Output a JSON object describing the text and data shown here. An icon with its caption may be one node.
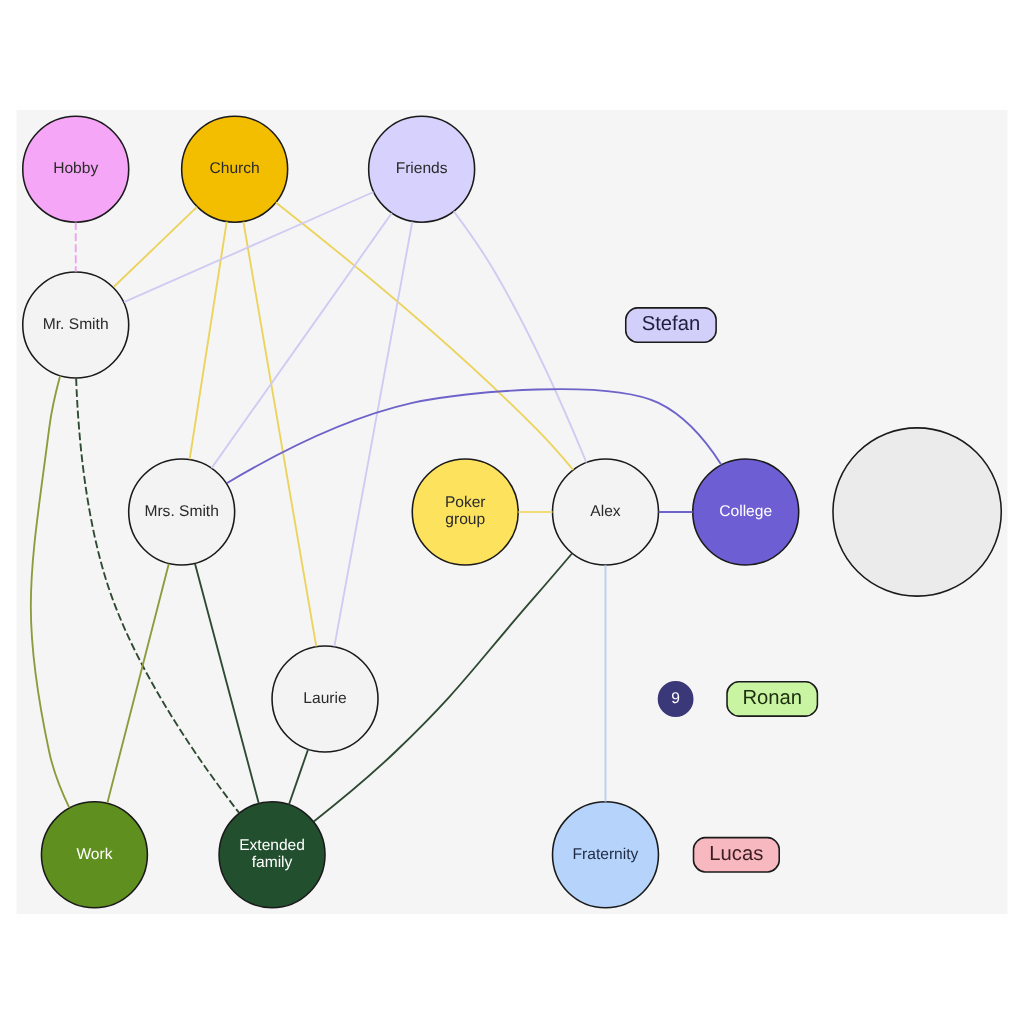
{
  "diagram": {
    "nodes": [
      {
        "text": [
          "Hobby"
        ]
      },
      {
        "text": [
          "Church"
        ]
      },
      {
        "text": [
          "Friends"
        ]
      },
      {
        "text": [
          "Stefan"
        ]
      },
      {
        "text": [],
        "shape": "circle"
      },
      {
        "text": [
          "Mr. Smith"
        ]
      },
      {
        "text": [
          "Poker group"
        ]
      },
      {
        "text": [
          "Alex"
        ]
      },
      {
        "text": [
          "Mrs. Smith"
        ]
      },
      {
        "text": [
          "College"
        ]
      },
      {
        "text": [
          "Laurie"
        ]
      },
      {
        "text": [
          "Ronan"
        ]
      },
      {
        "text": [
          "9"
        ]
      },
      {
        "text": [
          "Work"
        ]
      },
      {
        "text": [
          "Fraternity"
        ]
      },
      {
        "text": [
          "Lucas"
        ]
      },
      {
        "text": [
          "Extended family"
        ]
      }
    ],
    "edges": [
      {
        "from": 0,
        "to": 5,
        "arrow": "none",
        "style": "dashed",
        "color": "#f0a0f0"
      },
      {
        "from": 1,
        "to": 5,
        "arrow": "none",
        "color": "#ecd35c"
      },
      {
        "from": 1,
        "to": 7,
        "arrow": "none",
        "color": "#ecd35c"
      },
      {
        "from": 1,
        "to": 8,
        "arrow": "none",
        "color": "#ecd35c"
      },
      {
        "from": 1,
        "to": 10,
        "arrow": "none",
        "color": "#ecd35c"
      },
      {
        "from": 2,
        "to": 5,
        "arrow": "none",
        "color": "#cfcbf2"
      },
      {
        "from": 2,
        "to": 7,
        "arrow": "none",
        "color": "#cfcbf2"
      },
      {
        "from": 2,
        "to": 8,
        "arrow": "none",
        "color": "#cfcbf2"
      },
      {
        "from": 2,
        "to": 10,
        "arrow": "none",
        "color": "#cfcbf2"
      },
      {
        "from": 6,
        "to": 7,
        "arrow": "none",
        "color": "#f2dc7a"
      },
      {
        "from": 7,
        "to": 9,
        "arrow": "none",
        "color": "#6e63c9"
      },
      {
        "from": 8,
        "to": 9,
        "arrow": "none",
        "color": "#6e63c9"
      },
      {
        "from": 7,
        "to": 14,
        "arrow": "none",
        "color": "#b9cff0"
      },
      {
        "from": 5,
        "to": 13,
        "arrow": "none",
        "color": "#8c9c3c"
      },
      {
        "from": 8,
        "to": 13,
        "arrow": "none",
        "color": "#8c9c3c"
      },
      {
        "from": 7,
        "to": 16,
        "arrow": "none",
        "color": "#2e4a33"
      },
      {
        "from": 5,
        "to": 16,
        "arrow": "none",
        "style": "dashed",
        "color": "#2e4a33"
      },
      {
        "from": 10,
        "to": 16,
        "arrow": "none",
        "color": "#2e4a33"
      },
      {
        "from": 8,
        "to": 16,
        "arrow": "none",
        "color": "#2e4a33"
      }
    ]
  }
}
